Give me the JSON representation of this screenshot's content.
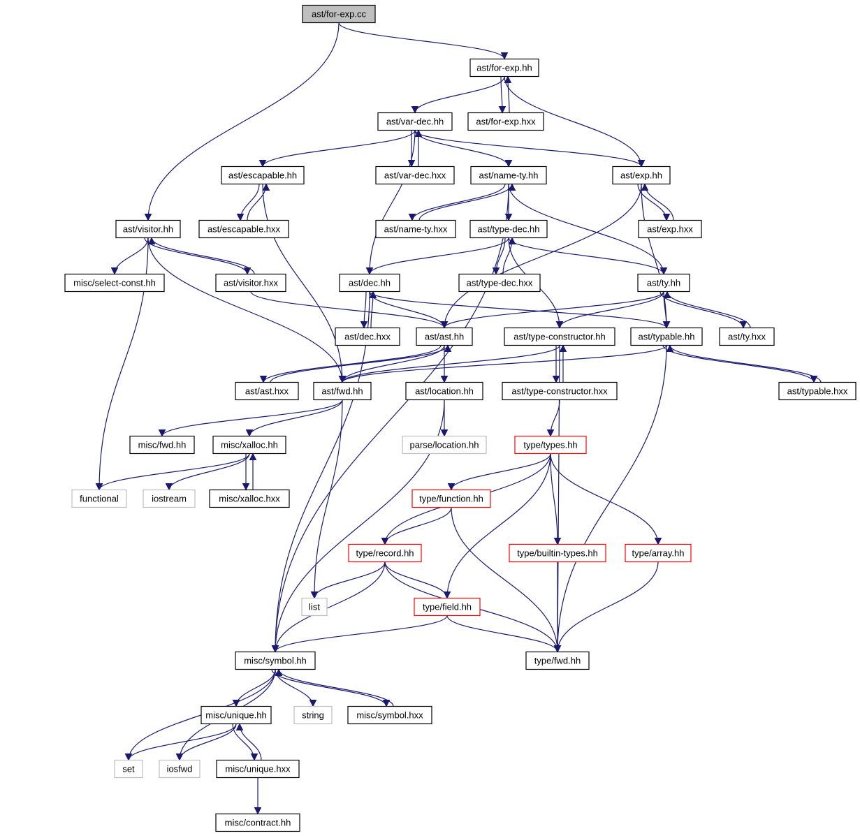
{
  "graph": {
    "kind": "include-dependency-graph",
    "colors": {
      "edge": "#191970",
      "root_fill": "#bfbfbf",
      "node_border": "#000000",
      "truncated_border": "#ff0000",
      "external_border": "#bfbfbf"
    },
    "nodes": [
      {
        "id": "n0",
        "label": "ast/for-exp.cc",
        "style": "root"
      },
      {
        "id": "n1",
        "label": "ast/for-exp.hh",
        "style": "normal"
      },
      {
        "id": "n2",
        "label": "ast/var-dec.hh",
        "style": "normal"
      },
      {
        "id": "n3",
        "label": "ast/for-exp.hxx",
        "style": "normal"
      },
      {
        "id": "n4",
        "label": "ast/escapable.hh",
        "style": "normal"
      },
      {
        "id": "n5",
        "label": "ast/var-dec.hxx",
        "style": "normal"
      },
      {
        "id": "n6",
        "label": "ast/name-ty.hh",
        "style": "normal"
      },
      {
        "id": "n7",
        "label": "ast/exp.hh",
        "style": "normal"
      },
      {
        "id": "n8",
        "label": "ast/visitor.hh",
        "style": "normal"
      },
      {
        "id": "n9",
        "label": "ast/escapable.hxx",
        "style": "normal"
      },
      {
        "id": "n10",
        "label": "ast/name-ty.hxx",
        "style": "normal"
      },
      {
        "id": "n11",
        "label": "ast/type-dec.hh",
        "style": "normal"
      },
      {
        "id": "n12",
        "label": "ast/exp.hxx",
        "style": "normal"
      },
      {
        "id": "n13",
        "label": "misc/select-const.hh",
        "style": "normal"
      },
      {
        "id": "n14",
        "label": "ast/visitor.hxx",
        "style": "normal"
      },
      {
        "id": "n15",
        "label": "ast/dec.hh",
        "style": "normal"
      },
      {
        "id": "n16",
        "label": "ast/type-dec.hxx",
        "style": "normal"
      },
      {
        "id": "n17",
        "label": "ast/ty.hh",
        "style": "normal"
      },
      {
        "id": "n18",
        "label": "ast/dec.hxx",
        "style": "normal"
      },
      {
        "id": "n19",
        "label": "ast/ast.hh",
        "style": "normal"
      },
      {
        "id": "n20",
        "label": "ast/type-constructor.hh",
        "style": "normal"
      },
      {
        "id": "n21",
        "label": "ast/typable.hh",
        "style": "normal"
      },
      {
        "id": "n22",
        "label": "ast/ty.hxx",
        "style": "normal"
      },
      {
        "id": "n23",
        "label": "ast/ast.hxx",
        "style": "normal"
      },
      {
        "id": "n24",
        "label": "ast/fwd.hh",
        "style": "normal"
      },
      {
        "id": "n25",
        "label": "ast/location.hh",
        "style": "normal"
      },
      {
        "id": "n26",
        "label": "ast/type-constructor.hxx",
        "style": "normal"
      },
      {
        "id": "n27",
        "label": "ast/typable.hxx",
        "style": "normal"
      },
      {
        "id": "n28",
        "label": "misc/fwd.hh",
        "style": "normal"
      },
      {
        "id": "n29",
        "label": "misc/xalloc.hh",
        "style": "normal"
      },
      {
        "id": "n30",
        "label": "parse/location.hh",
        "style": "external"
      },
      {
        "id": "n31",
        "label": "type/types.hh",
        "style": "truncated"
      },
      {
        "id": "n32",
        "label": "functional",
        "style": "external"
      },
      {
        "id": "n33",
        "label": "iostream",
        "style": "external"
      },
      {
        "id": "n34",
        "label": "misc/xalloc.hxx",
        "style": "normal"
      },
      {
        "id": "n35",
        "label": "type/function.hh",
        "style": "truncated"
      },
      {
        "id": "n36",
        "label": "type/record.hh",
        "style": "truncated"
      },
      {
        "id": "n37",
        "label": "type/builtin-types.hh",
        "style": "truncated"
      },
      {
        "id": "n38",
        "label": "type/array.hh",
        "style": "truncated"
      },
      {
        "id": "n39",
        "label": "list",
        "style": "external"
      },
      {
        "id": "n40",
        "label": "type/field.hh",
        "style": "truncated"
      },
      {
        "id": "n41",
        "label": "misc/symbol.hh",
        "style": "normal"
      },
      {
        "id": "n42",
        "label": "type/fwd.hh",
        "style": "normal"
      },
      {
        "id": "n43",
        "label": "misc/unique.hh",
        "style": "normal"
      },
      {
        "id": "n44",
        "label": "string",
        "style": "external"
      },
      {
        "id": "n45",
        "label": "misc/symbol.hxx",
        "style": "normal"
      },
      {
        "id": "n46",
        "label": "set",
        "style": "external"
      },
      {
        "id": "n47",
        "label": "iosfwd",
        "style": "external"
      },
      {
        "id": "n48",
        "label": "misc/unique.hxx",
        "style": "normal"
      },
      {
        "id": "n49",
        "label": "misc/contract.hh",
        "style": "normal"
      }
    ],
    "edges": [
      [
        "n0",
        "n1"
      ],
      [
        "n0",
        "n8"
      ],
      [
        "n1",
        "n2"
      ],
      [
        "n1",
        "n3"
      ],
      [
        "n1",
        "n7"
      ],
      [
        "n3",
        "n1"
      ],
      [
        "n2",
        "n4"
      ],
      [
        "n2",
        "n5"
      ],
      [
        "n2",
        "n6"
      ],
      [
        "n2",
        "n7"
      ],
      [
        "n2",
        "n15"
      ],
      [
        "n5",
        "n2"
      ],
      [
        "n4",
        "n9"
      ],
      [
        "n4",
        "n24"
      ],
      [
        "n9",
        "n4"
      ],
      [
        "n6",
        "n10"
      ],
      [
        "n6",
        "n11"
      ],
      [
        "n6",
        "n17"
      ],
      [
        "n6",
        "n41"
      ],
      [
        "n10",
        "n6"
      ],
      [
        "n7",
        "n12"
      ],
      [
        "n7",
        "n19"
      ],
      [
        "n7",
        "n21"
      ],
      [
        "n12",
        "n7"
      ],
      [
        "n8",
        "n13"
      ],
      [
        "n8",
        "n14"
      ],
      [
        "n8",
        "n24"
      ],
      [
        "n8",
        "n32"
      ],
      [
        "n14",
        "n8"
      ],
      [
        "n14",
        "n19"
      ],
      [
        "n11",
        "n15"
      ],
      [
        "n11",
        "n16"
      ],
      [
        "n11",
        "n17"
      ],
      [
        "n11",
        "n20"
      ],
      [
        "n16",
        "n11"
      ],
      [
        "n15",
        "n18"
      ],
      [
        "n15",
        "n19"
      ],
      [
        "n15",
        "n21"
      ],
      [
        "n15",
        "n41"
      ],
      [
        "n18",
        "n15"
      ],
      [
        "n17",
        "n19"
      ],
      [
        "n17",
        "n20"
      ],
      [
        "n17",
        "n21"
      ],
      [
        "n17",
        "n22"
      ],
      [
        "n22",
        "n17"
      ],
      [
        "n19",
        "n23"
      ],
      [
        "n19",
        "n24"
      ],
      [
        "n19",
        "n25"
      ],
      [
        "n23",
        "n19"
      ],
      [
        "n20",
        "n24"
      ],
      [
        "n20",
        "n26"
      ],
      [
        "n20",
        "n42"
      ],
      [
        "n26",
        "n20"
      ],
      [
        "n26",
        "n31"
      ],
      [
        "n21",
        "n24"
      ],
      [
        "n21",
        "n27"
      ],
      [
        "n21",
        "n42"
      ],
      [
        "n27",
        "n21"
      ],
      [
        "n24",
        "n28"
      ],
      [
        "n24",
        "n29"
      ],
      [
        "n24",
        "n39"
      ],
      [
        "n25",
        "n30"
      ],
      [
        "n25",
        "n41"
      ],
      [
        "n29",
        "n32"
      ],
      [
        "n29",
        "n33"
      ],
      [
        "n29",
        "n34"
      ],
      [
        "n34",
        "n29"
      ],
      [
        "n31",
        "n35"
      ],
      [
        "n31",
        "n36"
      ],
      [
        "n31",
        "n37"
      ],
      [
        "n31",
        "n38"
      ],
      [
        "n31",
        "n40"
      ],
      [
        "n35",
        "n36"
      ],
      [
        "n35",
        "n42"
      ],
      [
        "n36",
        "n39"
      ],
      [
        "n36",
        "n40"
      ],
      [
        "n36",
        "n41"
      ],
      [
        "n36",
        "n42"
      ],
      [
        "n37",
        "n42"
      ],
      [
        "n38",
        "n42"
      ],
      [
        "n40",
        "n41"
      ],
      [
        "n40",
        "n42"
      ],
      [
        "n41",
        "n43"
      ],
      [
        "n41",
        "n44"
      ],
      [
        "n41",
        "n45"
      ],
      [
        "n41",
        "n46"
      ],
      [
        "n41",
        "n47"
      ],
      [
        "n45",
        "n41"
      ],
      [
        "n43",
        "n46"
      ],
      [
        "n43",
        "n47"
      ],
      [
        "n43",
        "n48"
      ],
      [
        "n48",
        "n43"
      ],
      [
        "n48",
        "n49"
      ]
    ]
  }
}
